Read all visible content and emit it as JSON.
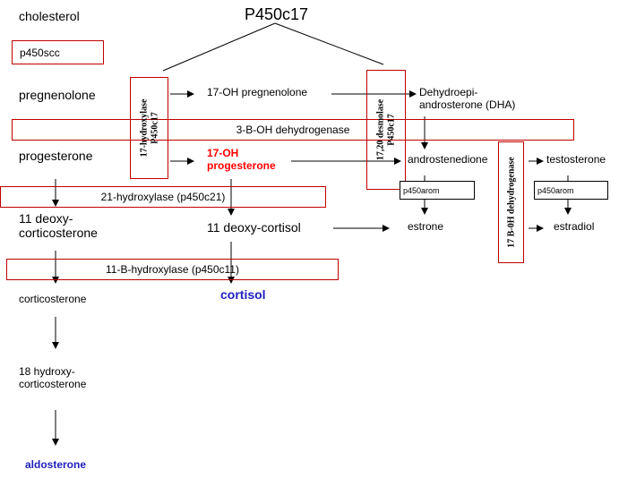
{
  "title": "P450c17",
  "compounds": {
    "cholesterol": "cholesterol",
    "pregnenolone": "pregnenolone",
    "oh_pregnenolone": "17-OH pregnenolone",
    "dha_line1": "Dehydroepi-",
    "dha_line2": "androsterone (DHA)",
    "progesterone": "progesterone",
    "oh_progesterone_line1": "17-OH",
    "oh_progesterone_line2": "progesterone",
    "androstenedione": "androstenedione",
    "testosterone": "testosterone",
    "deoxycorticosterone_line1": "11 deoxy-",
    "deoxycorticosterone_line2": "corticosterone",
    "deoxycortisol": "11 deoxy-cortisol",
    "estrone": "estrone",
    "estradiol": "estradiol",
    "cortisol": "cortisol",
    "corticosterone": "corticosterone",
    "hydroxycorticosterone_line1": "18 hydroxy-",
    "hydroxycorticosterone_line2": "corticosterone",
    "aldosterone": "aldosterone"
  },
  "enzymes": {
    "p450scc": "p450scc",
    "hydroxylase17_line1": "17-hydroxylase",
    "hydroxylase17_line2": "P450c17",
    "desmolase_line1": "17,20 desmolase",
    "desmolase_line2": "P450c17",
    "dehydrogenase3b": "3-B-OH dehydrogenase",
    "hydroxylase21": "21-hydroxylase (p450c21)",
    "hydroxylase11b": "11-B-hydroxylase (p450c11)",
    "dehydrogenase17b": "17 B-0H dehydrogenase",
    "p450arom_1": "p450arom",
    "p450arom_2": "p450arom"
  },
  "colors": {
    "box_border": "#c00000",
    "highlight_red": "#ff0000",
    "highlight_blue": "#1f1fbf"
  }
}
